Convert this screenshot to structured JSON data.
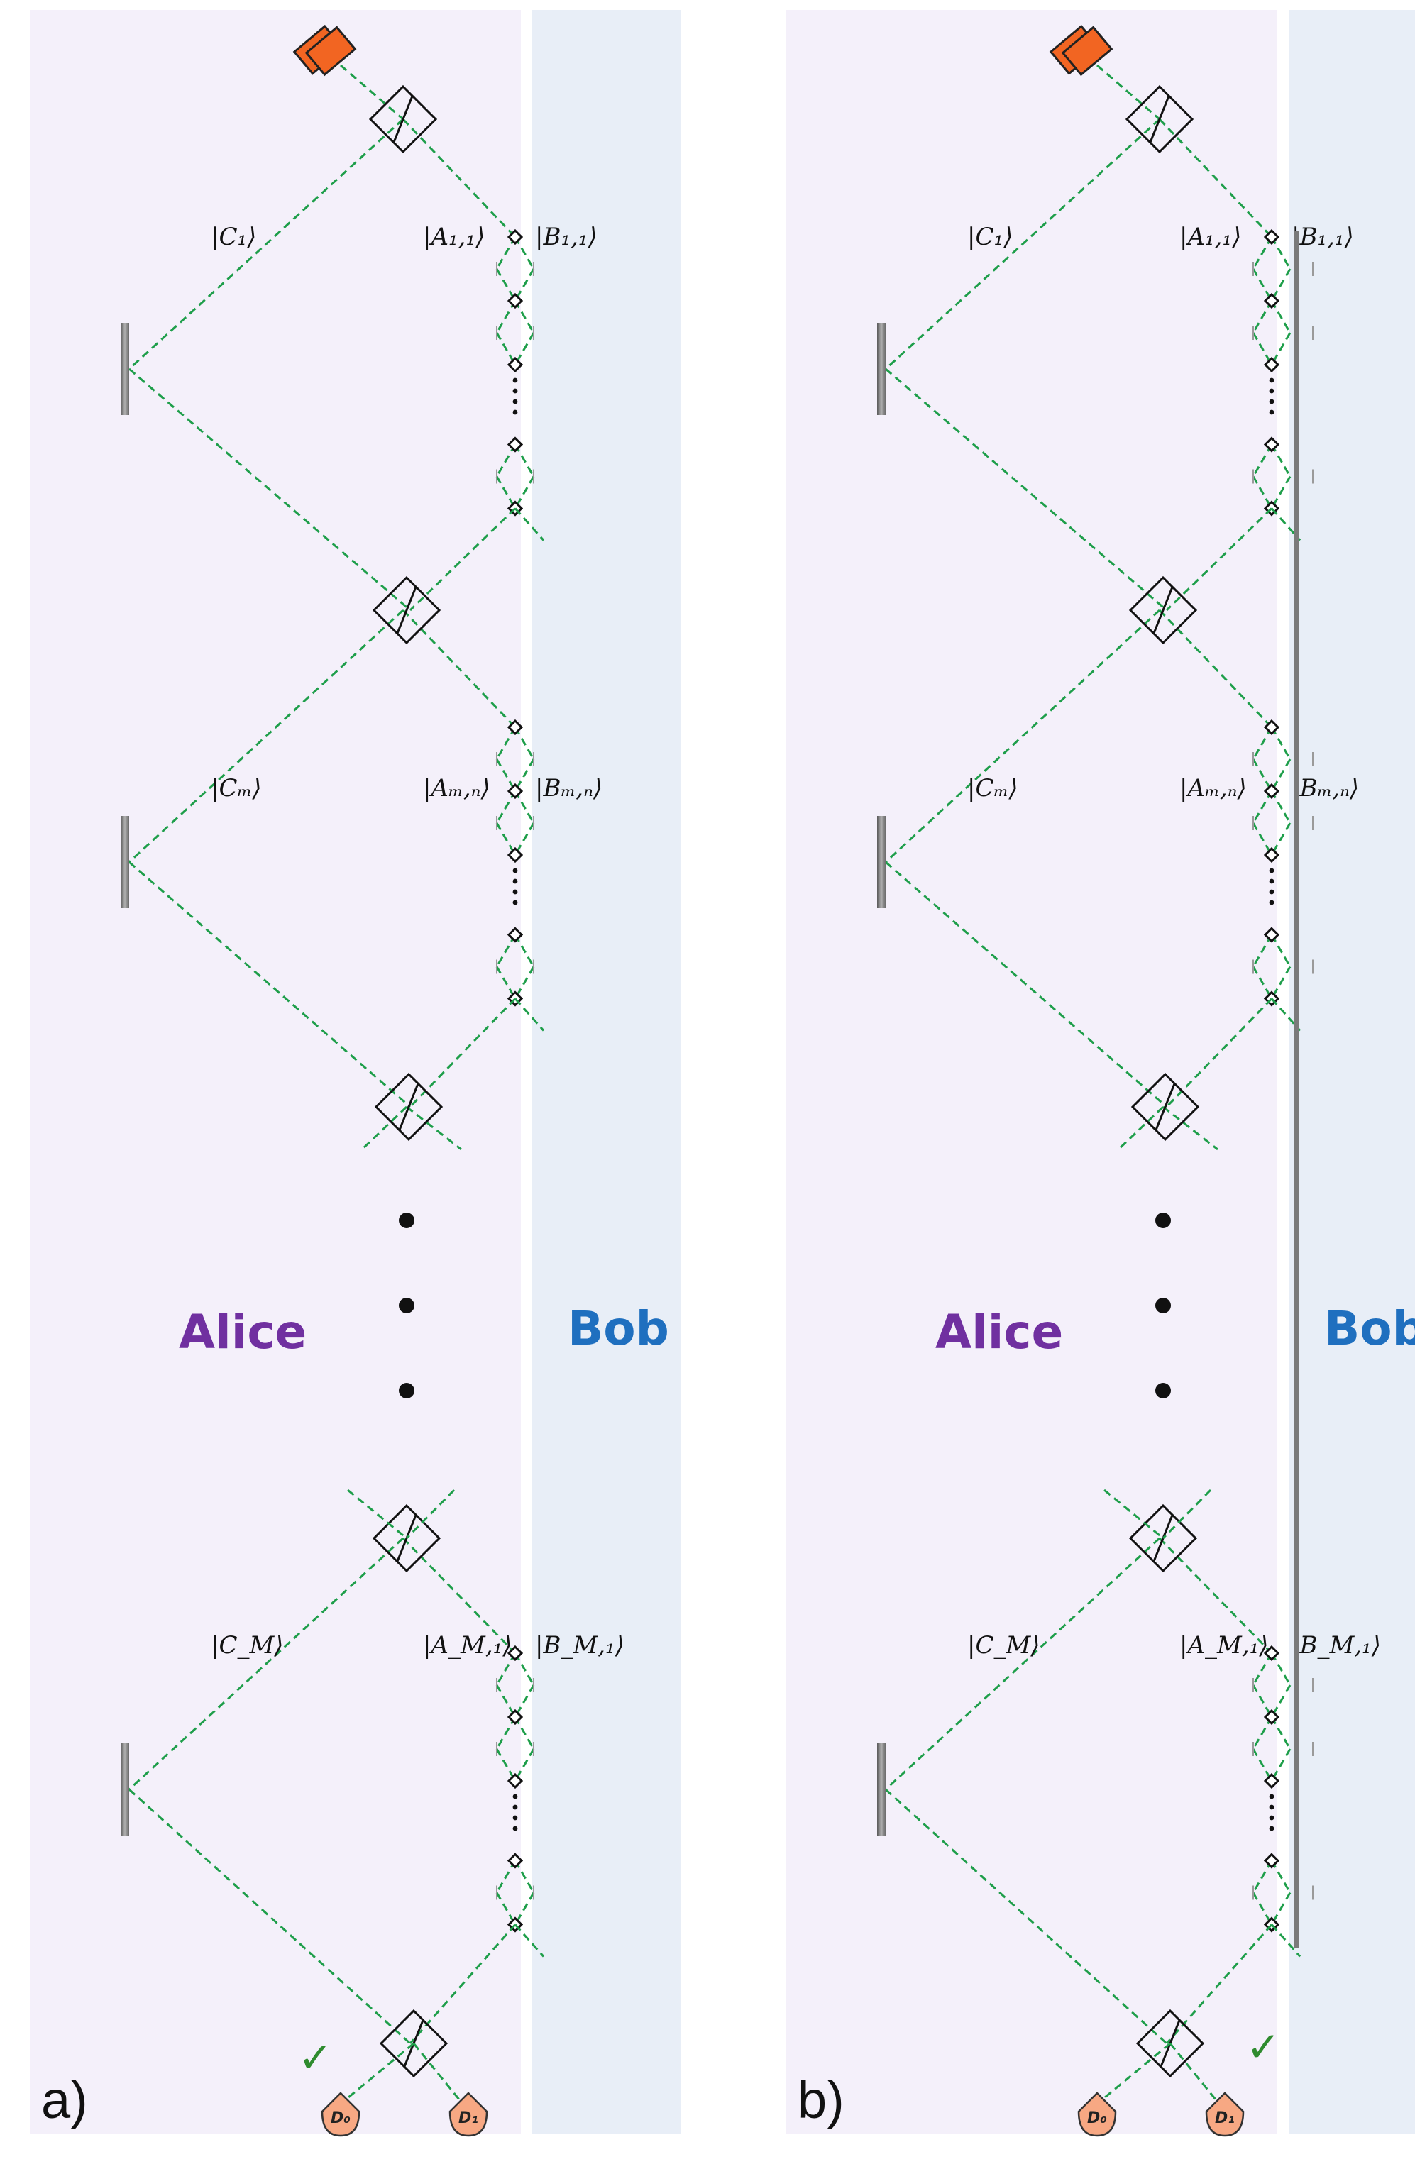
{
  "colors": {
    "alice_region": "#f4f0fa",
    "bob_region": "#e8eef7",
    "beam": "#1e9e4a",
    "source": "#f26522",
    "detector": "#f7a883",
    "alice_text": "#7030a0",
    "bob_text": "#1f6fbf",
    "check": "#2e8b2e"
  },
  "icons": {
    "source": "laser-source-icon",
    "splitter": "beam-splitter-icon",
    "mirror": "mirror-icon",
    "detector": "detector-icon",
    "check": "checkmark-icon"
  },
  "panels": [
    {
      "tag": "a)",
      "alice_label": "Alice",
      "bob_label": "Bob",
      "states": {
        "c1": "|C₁⟩",
        "a11": "|A₁,₁⟩",
        "b11": "|B₁,₁⟩",
        "cm": "|Cₘ⟩",
        "amn": "|Aₘ,ₙ⟩",
        "bmn": "|Bₘ,ₙ⟩",
        "cM": "|C_M⟩",
        "aM1": "|A_M,₁⟩",
        "bM1": "|B_M,₁⟩"
      },
      "detectors": {
        "d0": "D₀",
        "d1": "D₁"
      },
      "check_mark": "✓",
      "ellipsis": "⋮"
    },
    {
      "tag": "b)",
      "alice_label": "Alice",
      "bob_label": "Bob",
      "states": {
        "c1": "|C₁⟩",
        "a11": "|A₁,₁⟩",
        "b11": "|B₁,₁⟩",
        "cm": "|Cₘ⟩",
        "amn": "|Aₘ,ₙ⟩",
        "bmn": "|Bₘ,ₙ⟩",
        "cM": "|C_M⟩",
        "aM1": "|A_M,₁⟩",
        "bM1": "|B_M,₁⟩"
      },
      "detectors": {
        "d0": "D₀",
        "d1": "D₁"
      },
      "check_mark": "✓",
      "ellipsis": "⋮"
    }
  ]
}
